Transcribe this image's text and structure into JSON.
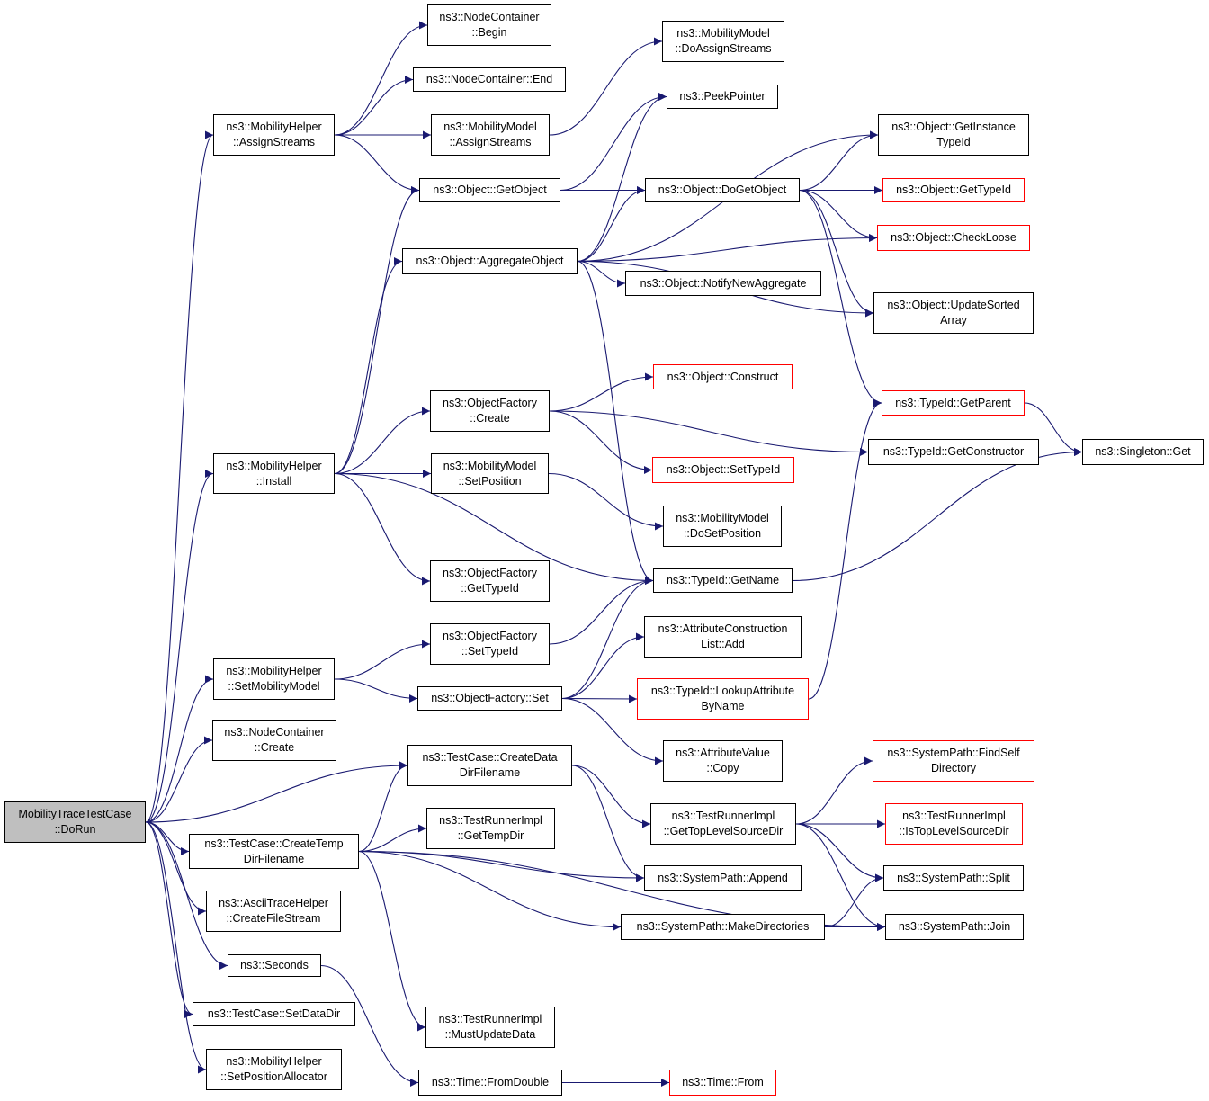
{
  "colors": {
    "edge": "#191970",
    "border": "#000000",
    "incomplete_border": "#ff0000",
    "root_fill": "#bfbfbf"
  },
  "nodes": {
    "dorun": "MobilityTraceTestCase\n::DoRun",
    "mh_assignstreams": "ns3::MobilityHelper\n::AssignStreams",
    "mh_install": "ns3::MobilityHelper\n::Install",
    "mh_setmobilitymodel": "ns3::MobilityHelper\n::SetMobilityModel",
    "nc_create": "ns3::NodeContainer\n::Create",
    "tc_createtempdirfilename": "ns3::TestCase::CreateTemp\nDirFilename",
    "ascii_createfilestream": "ns3::AsciiTraceHelper\n::CreateFileStream",
    "seconds": "ns3::Seconds",
    "tc_setdatadir": "ns3::TestCase::SetDataDir",
    "mh_setpositionallocator": "ns3::MobilityHelper\n::SetPositionAllocator",
    "nc_begin": "ns3::NodeContainer\n::Begin",
    "nc_end": "ns3::NodeContainer::End",
    "mm_assignstreams": "ns3::MobilityModel\n::AssignStreams",
    "obj_getobject": "ns3::Object::GetObject",
    "obj_aggregateobject": "ns3::Object::AggregateObject",
    "of_create": "ns3::ObjectFactory\n::Create",
    "mm_setposition": "ns3::MobilityModel\n::SetPosition",
    "of_gettypeid": "ns3::ObjectFactory\n::GetTypeId",
    "of_settypeid": "ns3::ObjectFactory\n::SetTypeId",
    "of_set": "ns3::ObjectFactory::Set",
    "tc_createdatadirfilename": "ns3::TestCase::CreateData\nDirFilename",
    "tri_gettempdir": "ns3::TestRunnerImpl\n::GetTempDir",
    "tri_mustupdatedata": "ns3::TestRunnerImpl\n::MustUpdateData",
    "time_fromdouble": "ns3::Time::FromDouble",
    "mm_doassignstreams": "ns3::MobilityModel\n::DoAssignStreams",
    "peekpointer": "ns3::PeekPointer",
    "obj_dogetobject": "ns3::Object::DoGetObject",
    "obj_notifynewaggregate": "ns3::Object::NotifyNewAggregate",
    "obj_construct": "ns3::Object::Construct",
    "obj_settypeid": "ns3::Object::SetTypeId",
    "mm_dosetposition": "ns3::MobilityModel\n::DoSetPosition",
    "tid_getname": "ns3::TypeId::GetName",
    "acl_add": "ns3::AttributeConstruction\nList::Add",
    "tid_lookupattributebyname": "ns3::TypeId::LookupAttribute\nByName",
    "av_copy": "ns3::AttributeValue\n::Copy",
    "tri_gettoplevelsourcedir": "ns3::TestRunnerImpl\n::GetTopLevelSourceDir",
    "sp_append": "ns3::SystemPath::Append",
    "sp_makedirectories": "ns3::SystemPath::MakeDirectories",
    "time_from": "ns3::Time::From",
    "obj_getinstancetypeid": "ns3::Object::GetInstance\nTypeId",
    "obj_gettypeid": "ns3::Object::GetTypeId",
    "obj_checkloose": "ns3::Object::CheckLoose",
    "obj_updatesortedarray": "ns3::Object::UpdateSorted\nArray",
    "tid_getparent": "ns3::TypeId::GetParent",
    "tid_getconstructor": "ns3::TypeId::GetConstructor",
    "sp_findselfdirectory": "ns3::SystemPath::FindSelf\nDirectory",
    "tri_istoplevelsourcedir": "ns3::TestRunnerImpl\n::IsTopLevelSourceDir",
    "sp_split": "ns3::SystemPath::Split",
    "sp_join": "ns3::SystemPath::Join",
    "singleton_get": "ns3::Singleton::Get"
  },
  "incomplete_nodes": [
    "obj_gettypeid",
    "obj_checkloose",
    "obj_construct",
    "obj_settypeid",
    "tid_getparent",
    "tid_lookupattributebyname",
    "sp_findselfdirectory",
    "tri_istoplevelsourcedir",
    "time_from"
  ],
  "edges": [
    [
      "dorun",
      "mh_assignstreams"
    ],
    [
      "dorun",
      "mh_install"
    ],
    [
      "dorun",
      "mh_setmobilitymodel"
    ],
    [
      "dorun",
      "nc_create"
    ],
    [
      "dorun",
      "tc_createdatadirfilename"
    ],
    [
      "dorun",
      "tc_createtempdirfilename"
    ],
    [
      "dorun",
      "ascii_createfilestream"
    ],
    [
      "dorun",
      "seconds"
    ],
    [
      "dorun",
      "tc_setdatadir"
    ],
    [
      "dorun",
      "mh_setpositionallocator"
    ],
    [
      "mh_assignstreams",
      "nc_begin"
    ],
    [
      "mh_assignstreams",
      "nc_end"
    ],
    [
      "mh_assignstreams",
      "mm_assignstreams"
    ],
    [
      "mh_assignstreams",
      "obj_getobject"
    ],
    [
      "mm_assignstreams",
      "mm_doassignstreams"
    ],
    [
      "obj_getobject",
      "peekpointer"
    ],
    [
      "obj_getobject",
      "obj_dogetobject"
    ],
    [
      "obj_dogetobject",
      "obj_getinstancetypeid"
    ],
    [
      "obj_dogetobject",
      "obj_gettypeid"
    ],
    [
      "obj_dogetobject",
      "obj_checkloose"
    ],
    [
      "obj_dogetobject",
      "obj_updatesortedarray"
    ],
    [
      "obj_dogetobject",
      "tid_getparent"
    ],
    [
      "obj_aggregateobject",
      "obj_getinstancetypeid"
    ],
    [
      "obj_aggregateobject",
      "peekpointer"
    ],
    [
      "obj_aggregateobject",
      "obj_dogetobject"
    ],
    [
      "obj_aggregateobject",
      "obj_checkloose"
    ],
    [
      "obj_aggregateobject",
      "obj_notifynewaggregate"
    ],
    [
      "obj_aggregateobject",
      "obj_updatesortedarray"
    ],
    [
      "obj_aggregateobject",
      "tid_getname"
    ],
    [
      "mh_install",
      "obj_getobject"
    ],
    [
      "mh_install",
      "obj_aggregateobject"
    ],
    [
      "mh_install",
      "of_create"
    ],
    [
      "mh_install",
      "mm_setposition"
    ],
    [
      "mh_install",
      "of_gettypeid"
    ],
    [
      "mh_install",
      "tid_getname"
    ],
    [
      "of_create",
      "obj_construct"
    ],
    [
      "of_create",
      "obj_settypeid"
    ],
    [
      "of_create",
      "tid_getconstructor"
    ],
    [
      "mm_setposition",
      "mm_dosetposition"
    ],
    [
      "tid_getparent",
      "singleton_get"
    ],
    [
      "tid_getconstructor",
      "singleton_get"
    ],
    [
      "tid_getname",
      "singleton_get"
    ],
    [
      "mh_setmobilitymodel",
      "of_settypeid"
    ],
    [
      "mh_setmobilitymodel",
      "of_set"
    ],
    [
      "of_settypeid",
      "tid_getname"
    ],
    [
      "of_set",
      "tid_getname"
    ],
    [
      "of_set",
      "acl_add"
    ],
    [
      "of_set",
      "tid_lookupattributebyname"
    ],
    [
      "of_set",
      "av_copy"
    ],
    [
      "tid_lookupattributebyname",
      "tid_getparent"
    ],
    [
      "tc_createdatadirfilename",
      "tri_gettoplevelsourcedir"
    ],
    [
      "tc_createdatadirfilename",
      "sp_append"
    ],
    [
      "tri_gettoplevelsourcedir",
      "sp_findselfdirectory"
    ],
    [
      "tri_gettoplevelsourcedir",
      "tri_istoplevelsourcedir"
    ],
    [
      "tri_gettoplevelsourcedir",
      "sp_split"
    ],
    [
      "tri_gettoplevelsourcedir",
      "sp_join"
    ],
    [
      "tc_createtempdirfilename",
      "tc_createdatadirfilename"
    ],
    [
      "tc_createtempdirfilename",
      "tri_gettempdir"
    ],
    [
      "tc_createtempdirfilename",
      "sp_append"
    ],
    [
      "tc_createtempdirfilename",
      "sp_makedirectories"
    ],
    [
      "tc_createtempdirfilename",
      "sp_join"
    ],
    [
      "tc_createtempdirfilename",
      "tri_mustupdatedata"
    ],
    [
      "sp_makedirectories",
      "sp_split"
    ],
    [
      "sp_makedirectories",
      "sp_join"
    ],
    [
      "seconds",
      "time_fromdouble"
    ],
    [
      "time_fromdouble",
      "time_from"
    ]
  ]
}
